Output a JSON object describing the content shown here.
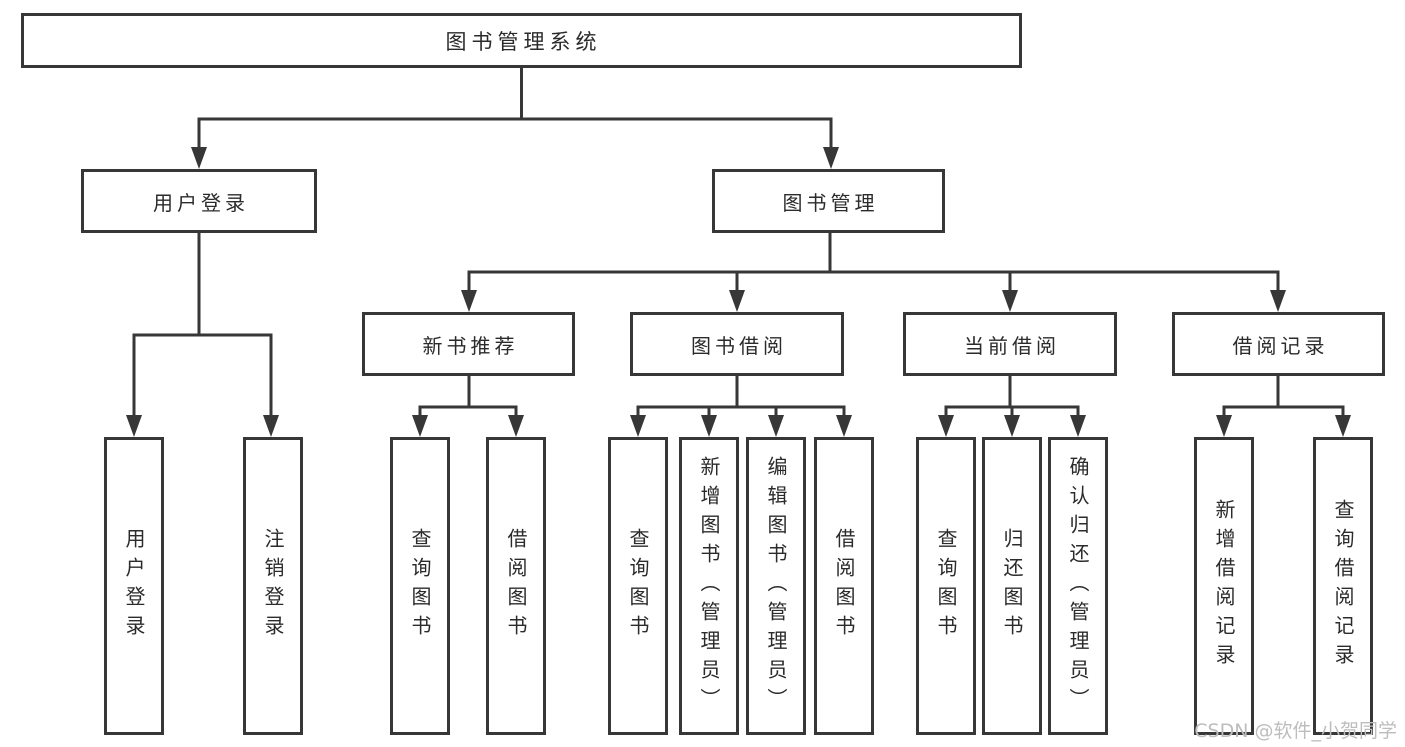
{
  "diagram": {
    "title": "图书管理系统",
    "nodes": {
      "root": "图书管理系统",
      "user_login": "用户登录",
      "book_mgmt": "图书管理",
      "new_book_rec": "新书推荐",
      "book_borrow": "图书借阅",
      "current_borrow": "当前借阅",
      "borrow_record": "借阅记录",
      "ul_user_login": "用户登录",
      "ul_logout": "注销登录",
      "nb_query_book": "查询图书",
      "nb_borrow_book": "借阅图书",
      "bb_query_book": "查询图书",
      "bb_add_book": "新增图书（管理员）",
      "bb_edit_book": "编辑图书（管理员）",
      "bb_borrow_book": "借阅图书",
      "cb_query_book": "查询图书",
      "cb_return_book": "归还图书",
      "cb_confirm_return": "确认归还（管理员）",
      "br_add_record": "新增借阅记录",
      "br_query_record": "查询借阅记录"
    }
  },
  "watermark": "CSDN @软件_小贺同学",
  "colors": {
    "line": "#373737",
    "text": "#2b2b2b",
    "watermark": "#bdbdbd",
    "background": "#ffffff"
  }
}
